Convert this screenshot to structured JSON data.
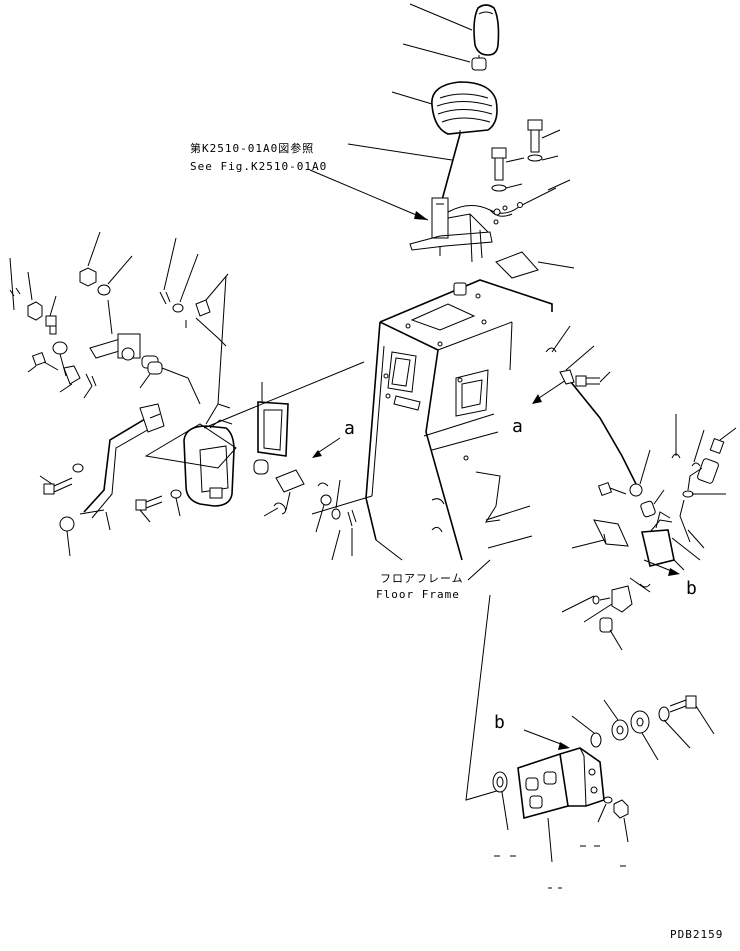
{
  "references": {
    "see_fig_jp": "第K2510-01A0図参照",
    "see_fig_en": "See Fig.K2510-01A0",
    "floor_frame_jp": "フロアフレーム",
    "floor_frame_en": "Floor Frame"
  },
  "callouts": {
    "a_left": "a",
    "a_right": "a",
    "b_right": "b",
    "b_lower": "b"
  },
  "drawing_number": "PDB2159",
  "icons": [
    "shift-lever-knob-icon",
    "lever-boot-icon",
    "bolt-icon",
    "nut-icon",
    "washer-icon",
    "switch-icon",
    "bracket-plate-icon",
    "floor-frame-icon"
  ]
}
